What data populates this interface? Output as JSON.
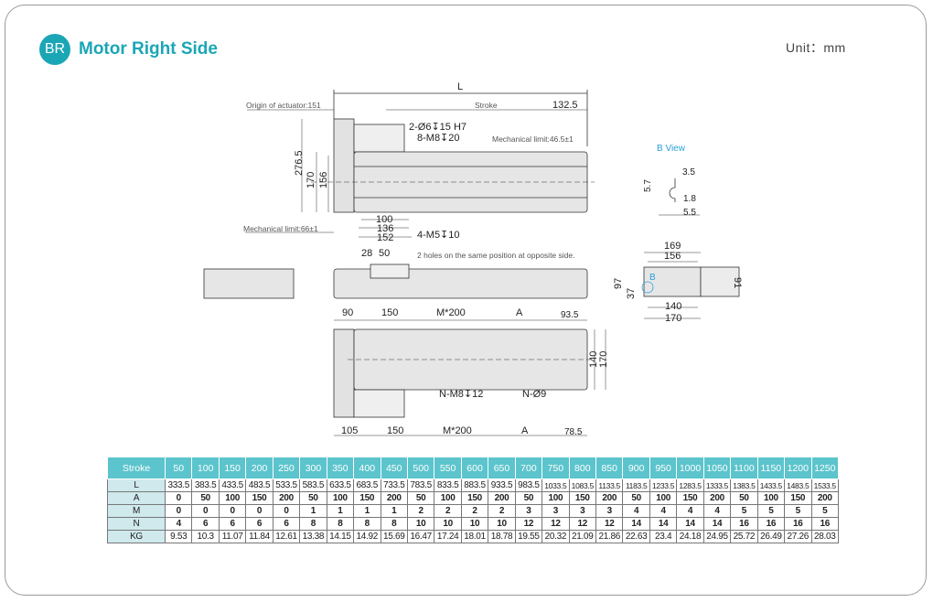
{
  "header": {
    "badge": "BR",
    "title": "Motor Right Side",
    "unit": "Unit：mm"
  },
  "drawing": {
    "top_view": {
      "L": "L",
      "origin": "Origin of actuator:151",
      "stroke": "Stroke",
      "d132": "132.5",
      "pin": "2-Ø6↧15 H7",
      "m8": "8-M8↧20",
      "mech_right": "Mechanical limit:46.5±1",
      "h2765": "276.5",
      "h170": "170",
      "h156": "156",
      "mech_left": "Mechanical limit:66±1",
      "d100": "100",
      "d136": "136",
      "d152": "152",
      "m5": "4-M5↧10"
    },
    "side_view": {
      "d28": "28",
      "d50": "50",
      "note": "2 holes on the same position at opposite side."
    },
    "b_view": {
      "title": "B View",
      "d35": "3.5",
      "d57": "5.7",
      "d18": "1.8",
      "d55": "5.5"
    },
    "end_view": {
      "d169": "169",
      "d156": "156",
      "d97": "97",
      "d37": "37",
      "b": "B",
      "d140": "140",
      "d170": "170",
      "d91": "91"
    },
    "bottom_view": {
      "d90": "90",
      "d150": "150",
      "m200": "M*200",
      "a": "A",
      "d935": "93.5",
      "d140": "140",
      "d170": "170",
      "nm8": "N-M8↧12",
      "n9": "N-Ø9",
      "d105": "105",
      "d150b": "150",
      "m200b": "M*200",
      "ab": "A",
      "d785": "78.5"
    }
  },
  "table": {
    "headers": [
      "Stroke",
      "50",
      "100",
      "150",
      "200",
      "250",
      "300",
      "350",
      "400",
      "450",
      "500",
      "550",
      "600",
      "650",
      "700",
      "750",
      "800",
      "850",
      "900",
      "950",
      "1000",
      "1050",
      "1100",
      "1150",
      "1200",
      "1250"
    ],
    "rows": [
      [
        "L",
        "333.5",
        "383.5",
        "433.5",
        "483.5",
        "533.5",
        "583.5",
        "633.5",
        "683.5",
        "733.5",
        "783.5",
        "833.5",
        "883.5",
        "933.5",
        "983.5",
        "1033.5",
        "1083.5",
        "1133.5",
        "1183.5",
        "1233.5",
        "1283.5",
        "1333.5",
        "1383.5",
        "1433.5",
        "1483.5",
        "1533.5"
      ],
      [
        "A",
        "0",
        "50",
        "100",
        "150",
        "200",
        "50",
        "100",
        "150",
        "200",
        "50",
        "100",
        "150",
        "200",
        "50",
        "100",
        "150",
        "200",
        "50",
        "100",
        "150",
        "200",
        "50",
        "100",
        "150",
        "200"
      ],
      [
        "M",
        "0",
        "0",
        "0",
        "0",
        "0",
        "1",
        "1",
        "1",
        "1",
        "2",
        "2",
        "2",
        "2",
        "3",
        "3",
        "3",
        "3",
        "4",
        "4",
        "4",
        "4",
        "5",
        "5",
        "5",
        "5"
      ],
      [
        "N",
        "4",
        "6",
        "6",
        "6",
        "6",
        "8",
        "8",
        "8",
        "8",
        "10",
        "10",
        "10",
        "10",
        "12",
        "12",
        "12",
        "12",
        "14",
        "14",
        "14",
        "14",
        "16",
        "16",
        "16",
        "16"
      ],
      [
        "KG",
        "9.53",
        "10.3",
        "11.07",
        "11.84",
        "12.61",
        "13.38",
        "14.15",
        "14.92",
        "15.69",
        "16.47",
        "17.24",
        "18.01",
        "18.78",
        "19.55",
        "20.32",
        "21.09",
        "21.86",
        "22.63",
        "23.4",
        "24.18",
        "24.95",
        "25.72",
        "26.49",
        "27.26",
        "28.03"
      ]
    ]
  }
}
